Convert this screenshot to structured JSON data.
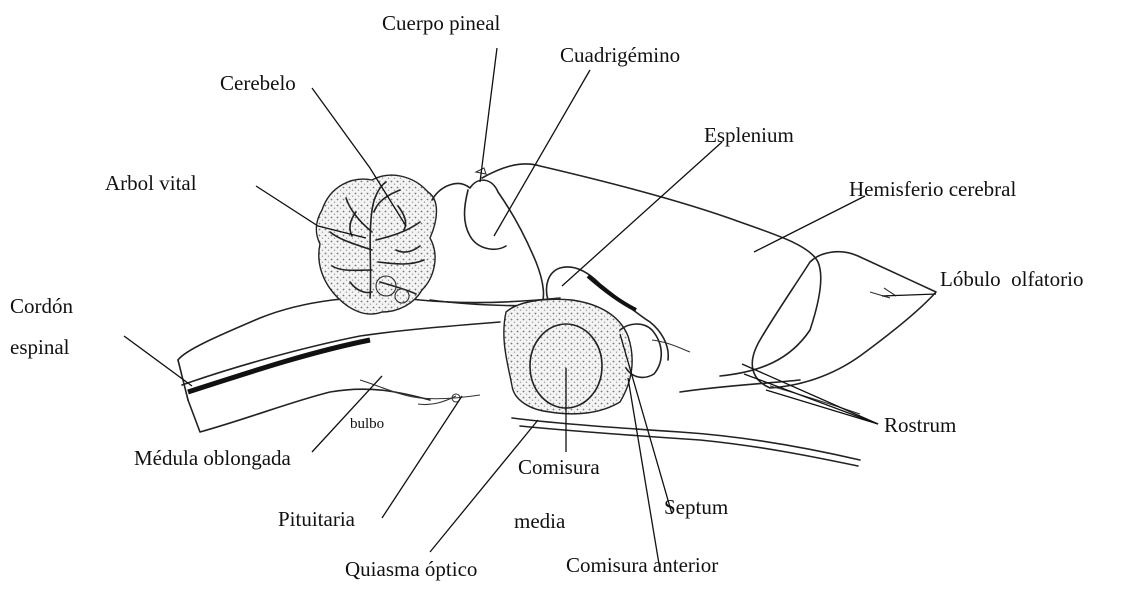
{
  "labels": {
    "cuerpo_pineal": "Cuerpo pineal",
    "cuadrigemino": "Cuadrigémino",
    "cerebelo": "Cerebelo",
    "esplenium": "Esplenium",
    "hemisferio_cerebral": "Hemisferio cerebral",
    "arbol_vital": "Arbol vital",
    "lobulo_olfatorio": "Lóbulo  olfatorio",
    "cordon": "Cordón",
    "espinal": "espinal",
    "bulbo": "bulbo",
    "rostrum": "Rostrum",
    "medula_oblongada": "Médula oblongada",
    "comisura": "Comisura",
    "media": "media",
    "pituitaria": "Pituitaria",
    "septum": "Septum",
    "quiasma_optico": "Quiasma óptico",
    "comisura_anterior": "Comisura anterior"
  }
}
